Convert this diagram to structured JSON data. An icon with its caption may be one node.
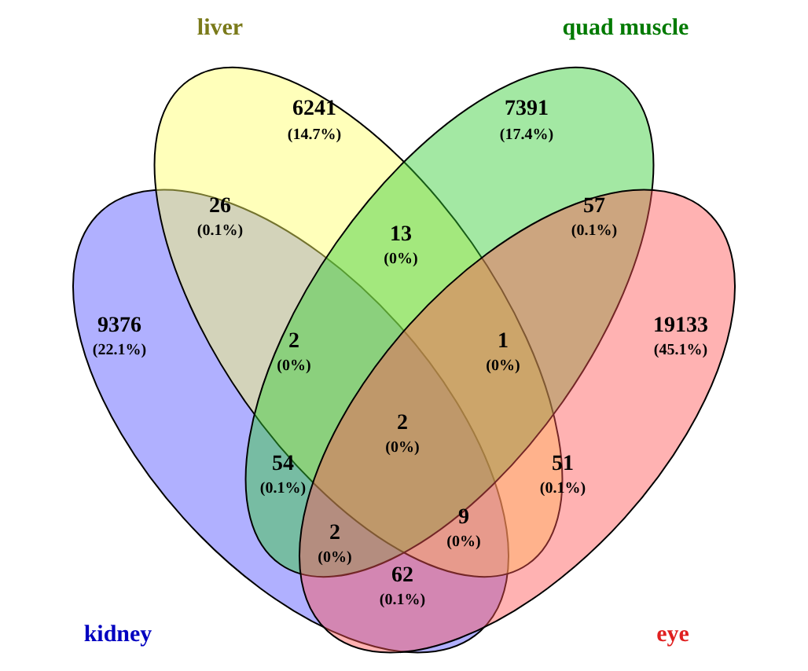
{
  "diagram": {
    "nodes": [
      {
        "text": [
          "liver"
        ]
      },
      {
        "text": [
          "quad muscle"
        ]
      },
      {
        "text": [
          "kidney"
        ]
      },
      {
        "text": [
          "eye"
        ]
      }
    ],
    "labels": [
      "6241",
      "(14.7%)",
      "7391",
      "(17.4%)",
      "26",
      "(0.1%)",
      "13",
      "(0%)",
      "57",
      "(0.1%)",
      "9376",
      "(22.1%)",
      "19133",
      "(45.1%)",
      "2",
      "(0%)",
      "1",
      "(0%)",
      "2",
      "(0%)",
      "54",
      "(0.1%)",
      "51",
      "(0.1%)",
      "2",
      "(0%)",
      "9",
      "(0%)",
      "62",
      "(0.1%)"
    ]
  }
}
